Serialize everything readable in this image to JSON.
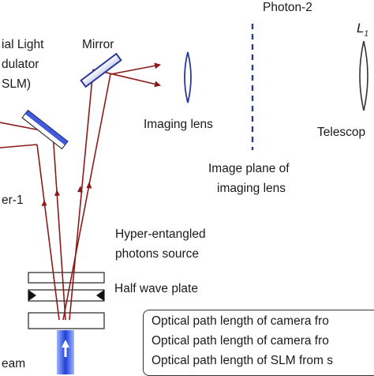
{
  "labels": {
    "slm_line1": "ial Light",
    "slm_line2": "dulator",
    "slm_line3": "SLM)",
    "mirror": "Mirror",
    "photon2": "Photon-2",
    "l1": "L",
    "l1_sub": "1",
    "imaging_lens": "Imaging lens",
    "telescope": "Telescop",
    "image_plane_line1": "Image plane of",
    "image_plane_line2": "imaging lens",
    "splitter": "er-1",
    "source_line1": "Hyper-entangled",
    "source_line2": "photons source",
    "half_wave_plate": "Half wave plate",
    "beam": "eam"
  },
  "notes": [
    "Optical path length of camera fro",
    "Optical path length of camera fro",
    "Optical path length of SLM from s"
  ],
  "colors": {
    "beam_path": "#8b1a1a",
    "optic_blue": "#2a3a9a",
    "pump_blue": "#1f3fd6",
    "text": "#1a1a1a"
  }
}
